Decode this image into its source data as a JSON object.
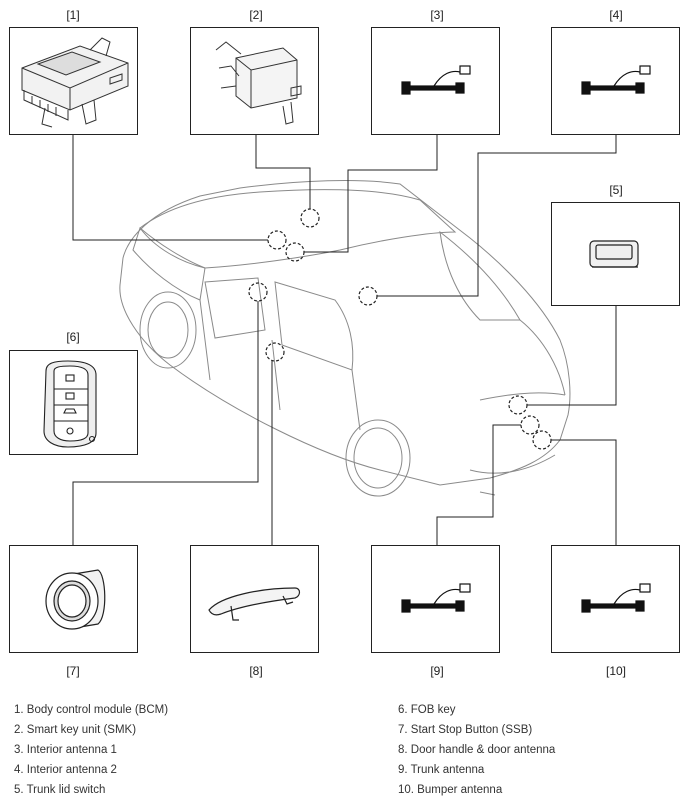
{
  "components": [
    {
      "id": "1",
      "label": "[1]",
      "name": "Body control module (BCM)"
    },
    {
      "id": "2",
      "label": "[2]",
      "name": "Smart key unit (SMK)"
    },
    {
      "id": "3",
      "label": "[3]",
      "name": "Interior antenna 1"
    },
    {
      "id": "4",
      "label": "[4]",
      "name": "Interior antenna 2"
    },
    {
      "id": "5",
      "label": "[5]",
      "name": "Trunk lid switch"
    },
    {
      "id": "6",
      "label": "[6]",
      "name": "FOB key"
    },
    {
      "id": "7",
      "label": "[7]",
      "name": "Start Stop Button (SSB)"
    },
    {
      "id": "8",
      "label": "[8]",
      "name": "Door handle & door antenna"
    },
    {
      "id": "9",
      "label": "[9]",
      "name": "Trunk antenna"
    },
    {
      "id": "10",
      "label": "[10]",
      "name": "Bumper antenna"
    }
  ],
  "legend_left": [
    "1. Body control module (BCM)",
    "2. Smart key unit (SMK)",
    "3. Interior antenna 1",
    "4. Interior antenna 2",
    "5. Trunk lid switch"
  ],
  "legend_right": [
    "6. FOB key",
    "7. Start Stop Button (SSB)",
    "8. Door handle & door antenna",
    "9. Trunk antenna",
    "10. Bumper antenna"
  ]
}
